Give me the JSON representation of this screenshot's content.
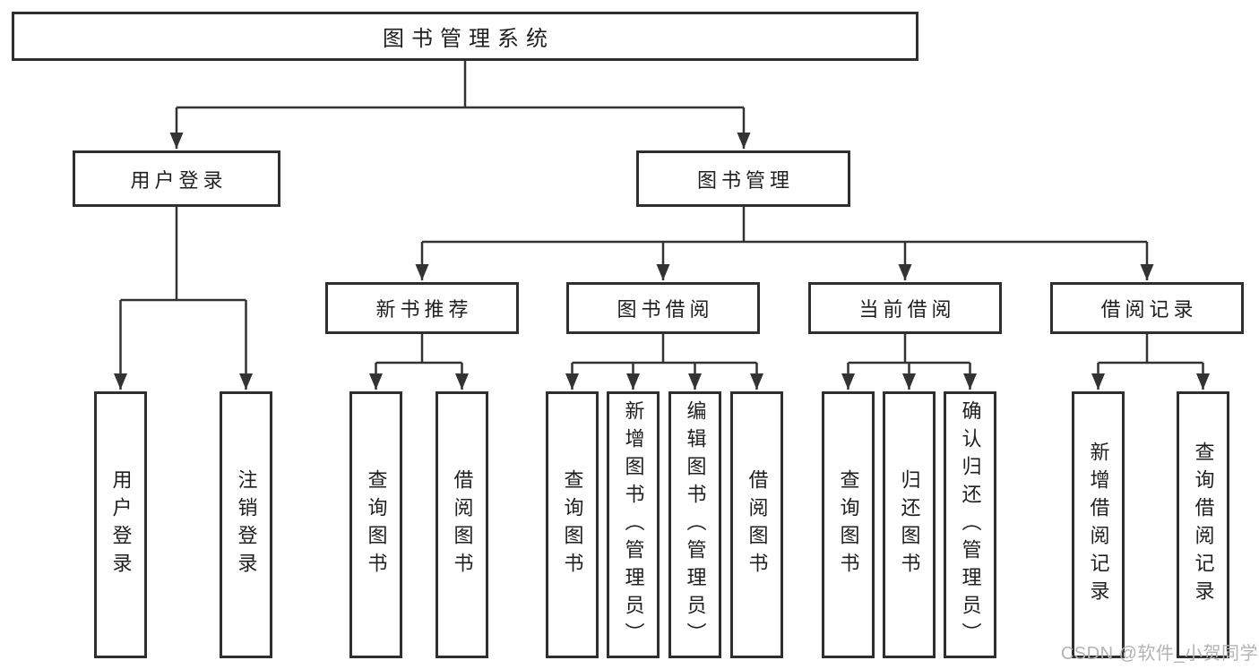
{
  "diagram": {
    "title": "图书管理系统",
    "branches": [
      {
        "label": "用户登录",
        "children": [
          {
            "label": "用户登录"
          },
          {
            "label": "注销登录"
          }
        ]
      },
      {
        "label": "图书管理",
        "children": [
          {
            "label": "新书推荐",
            "children": [
              {
                "label": "查询图书"
              },
              {
                "label": "借阅图书"
              }
            ]
          },
          {
            "label": "图书借阅",
            "children": [
              {
                "label": "查询图书"
              },
              {
                "label": "新增图书（管理员）"
              },
              {
                "label": "编辑图书（管理员）"
              },
              {
                "label": "借阅图书"
              }
            ]
          },
          {
            "label": "当前借阅",
            "children": [
              {
                "label": "查询图书"
              },
              {
                "label": "归还图书"
              },
              {
                "label": "确认归还（管理员）"
              }
            ]
          },
          {
            "label": "借阅记录",
            "children": [
              {
                "label": "新增借阅记录"
              },
              {
                "label": "查询借阅记录"
              }
            ]
          }
        ]
      }
    ]
  },
  "colors": {
    "box_border": "#2f2f2f",
    "connector_line": "#333333",
    "text": "#1f1f1f",
    "watermark": "#b3b3b3"
  },
  "watermark": {
    "text": "CSDN @软件_小贺同学"
  }
}
